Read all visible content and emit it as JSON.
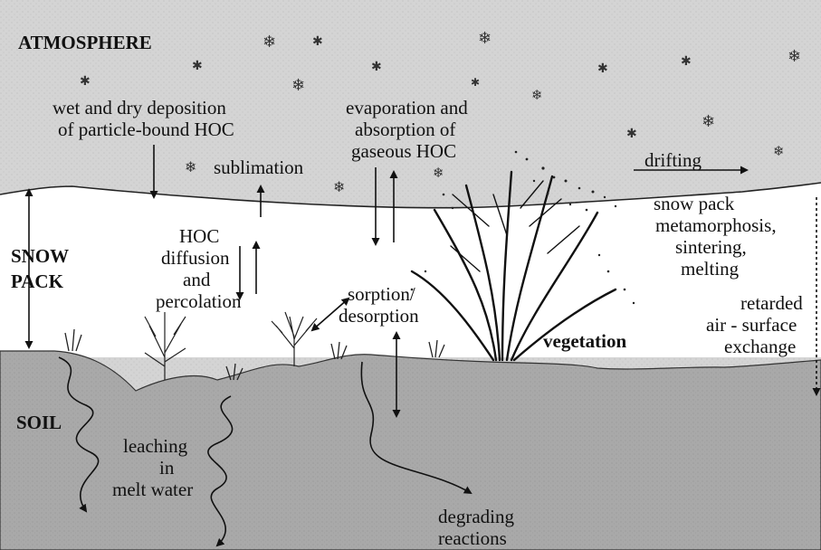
{
  "zones": {
    "atmosphere": "ATMOSPHERE",
    "snow_pack_1": "SNOW",
    "snow_pack_2": "PACK",
    "soil": "SOIL"
  },
  "processes": {
    "deposition_1": "wet and dry deposition",
    "deposition_2": "of particle-bound HOC",
    "evaporation_1": "evaporation and",
    "evaporation_2": "absorption of",
    "evaporation_3": "gaseous HOC",
    "sublimation": "sublimation",
    "drifting": "drifting",
    "diffusion_1": "HOC",
    "diffusion_2": "diffusion",
    "diffusion_3": "and",
    "diffusion_4": "percolation",
    "metamorphosis_1": "snow pack",
    "metamorphosis_2": "metamorphosis,",
    "metamorphosis_3": "sintering,",
    "metamorphosis_4": "melting",
    "sorption_1": "sorption/",
    "sorption_2": "desorption",
    "vegetation": "vegetation",
    "retarded_1": "retarded",
    "retarded_2": "air - surface",
    "retarded_3": "exchange",
    "leaching_1": "leaching",
    "leaching_2": "in",
    "leaching_3": "melt water",
    "degrading_1": "degrading",
    "degrading_2": "reactions"
  },
  "colors": {
    "atmosphere": "#d4d4d4",
    "snow": "#ffffff",
    "soil": "#a9a9a9",
    "ink": "#111111"
  },
  "icons": [
    "snowflake-icon",
    "shrub-icon",
    "tree-icon",
    "grass-tuft-icon",
    "arrow-icon"
  ]
}
